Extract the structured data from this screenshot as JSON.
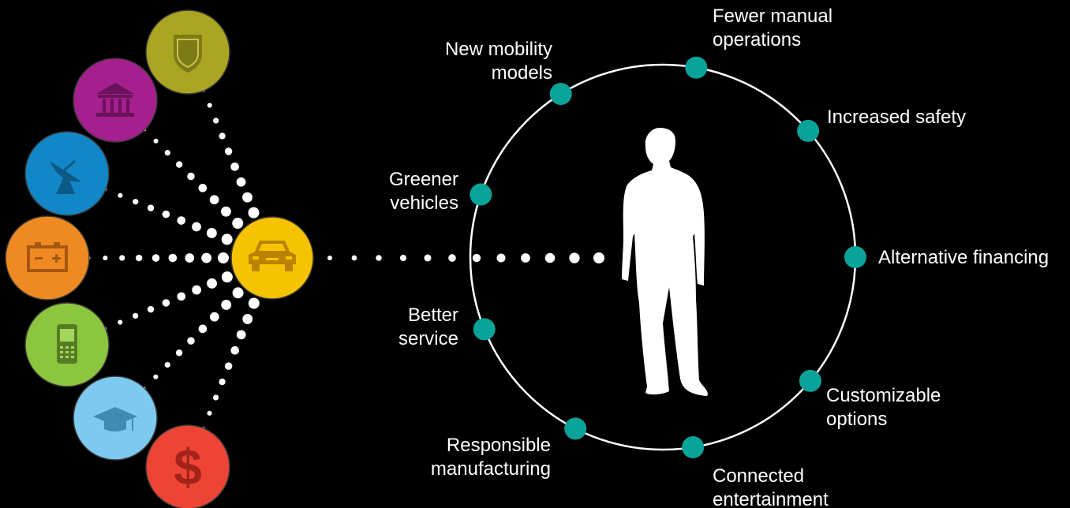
{
  "colors": {
    "background": "#000000",
    "ring": "#ffffff",
    "node": "#0aa39a",
    "dot": "#ffffff",
    "icon_line": "#3a3a3a"
  },
  "sources": [
    {
      "icon": "shield-icon",
      "fill": "#aaa522",
      "glyph": "#7e7a18"
    },
    {
      "icon": "bank-icon",
      "fill": "#a61f8e",
      "glyph": "#6a125b"
    },
    {
      "icon": "satellite-dish-icon",
      "fill": "#1287c8",
      "glyph": "#0b5a86"
    },
    {
      "icon": "battery-icon",
      "fill": "#ef8a22",
      "glyph": "#a65813"
    },
    {
      "icon": "mobile-phone-icon",
      "fill": "#8cc63f",
      "glyph": "#557c22"
    },
    {
      "icon": "graduation-cap-icon",
      "fill": "#7dcaf0",
      "glyph": "#3e8cb3"
    },
    {
      "icon": "dollar-icon",
      "fill": "#ee4436",
      "glyph": "#a3231a"
    }
  ],
  "hub": {
    "icon": "car-icon",
    "fill": "#f7c300",
    "glyph": "#b98200"
  },
  "center": {
    "icon": "person-silhouette-icon"
  },
  "benefits": [
    "Fewer manual\noperations",
    "Increased safety",
    "Alternative financing",
    "Customizable\noptions",
    "Connected\nentertainment",
    "Responsible\nmanufacturing",
    "Better\nservice",
    "Greener\nvehicles",
    "New mobility\nmodels"
  ]
}
